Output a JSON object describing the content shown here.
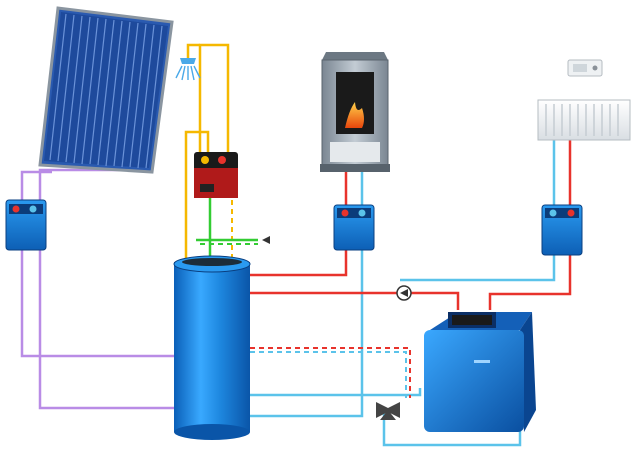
{
  "colors": {
    "background": "#ffffff",
    "solar_loop": "#b98ce6",
    "hot_water": "#f5b800",
    "cold_water": "#6cd0e8",
    "flow_hot": "#e8332c",
    "return_cold": "#5bc3ea",
    "potable_green": "#33cc33",
    "component_blue": "#1e88d8",
    "component_dark_blue": "#0b4fa3",
    "stove_grey": "#9aa6b0"
  },
  "components": [
    {
      "id": "solar-collector",
      "icon": "solar-panel"
    },
    {
      "id": "solar-station",
      "icon": "pump-station"
    },
    {
      "id": "shower",
      "icon": "shower-head"
    },
    {
      "id": "freshwater-station",
      "icon": "pump-station"
    },
    {
      "id": "storage-tank",
      "icon": "cylinder-tank"
    },
    {
      "id": "stove",
      "icon": "wood-stove"
    },
    {
      "id": "stove-station",
      "icon": "pump-station"
    },
    {
      "id": "thermostat",
      "icon": "room-controller"
    },
    {
      "id": "radiator",
      "icon": "radiator"
    },
    {
      "id": "heating-station",
      "icon": "pump-station"
    },
    {
      "id": "boiler",
      "icon": "boiler"
    },
    {
      "id": "circulation-pump",
      "icon": "pump"
    },
    {
      "id": "mixing-valve",
      "icon": "three-way-valve"
    }
  ]
}
